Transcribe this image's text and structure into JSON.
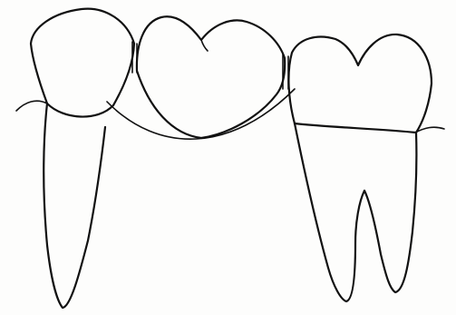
{
  "diagram": {
    "ink_color": "#111111",
    "background_color": "#fdfdfc",
    "parts": [
      "left-abutment-tooth",
      "pontic-crown",
      "right-abutment-tooth",
      "left-connector",
      "right-connector",
      "gum-line"
    ]
  }
}
